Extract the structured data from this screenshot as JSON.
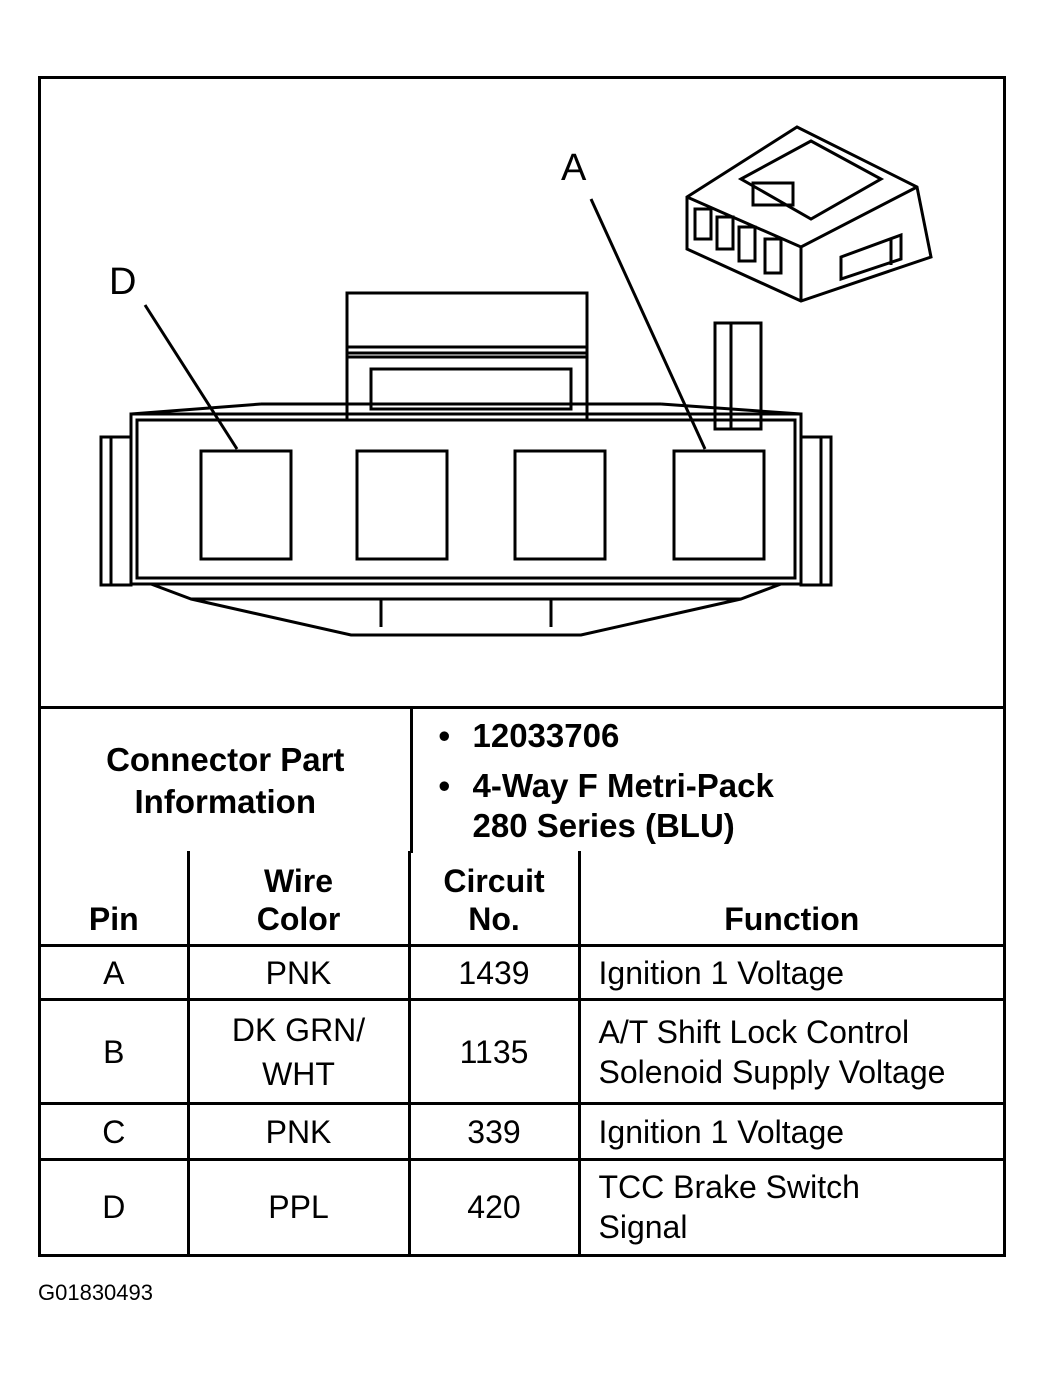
{
  "diagram": {
    "callouts": {
      "a": "A",
      "d": "D"
    }
  },
  "connector_info": {
    "label_line1": "Connector Part",
    "label_line2": "Information",
    "part_number": "12033706",
    "description_line1": "4-Way F Metri-Pack",
    "description_line2": "280 Series (BLU)"
  },
  "pin_table": {
    "headers": {
      "pin": "Pin",
      "wire_color_line1": "Wire",
      "wire_color_line2": "Color",
      "circuit_line1": "Circuit",
      "circuit_line2": "No.",
      "function": "Function"
    },
    "rows": [
      {
        "pin": "A",
        "wire_line1": "PNK",
        "wire_line2": "",
        "circuit": "1439",
        "function_line1": "Ignition 1 Voltage",
        "function_line2": ""
      },
      {
        "pin": "B",
        "wire_line1": "DK GRN/",
        "wire_line2": "WHT",
        "circuit": "1135",
        "function_line1": "A/T Shift Lock Control",
        "function_line2": "Solenoid Supply Voltage"
      },
      {
        "pin": "C",
        "wire_line1": "PNK",
        "wire_line2": "",
        "circuit": "339",
        "function_line1": "Ignition 1 Voltage",
        "function_line2": ""
      },
      {
        "pin": "D",
        "wire_line1": "PPL",
        "wire_line2": "",
        "circuit": "420",
        "function_line1": "TCC Brake Switch",
        "function_line2": "Signal"
      }
    ]
  },
  "figure_code": "G01830493"
}
